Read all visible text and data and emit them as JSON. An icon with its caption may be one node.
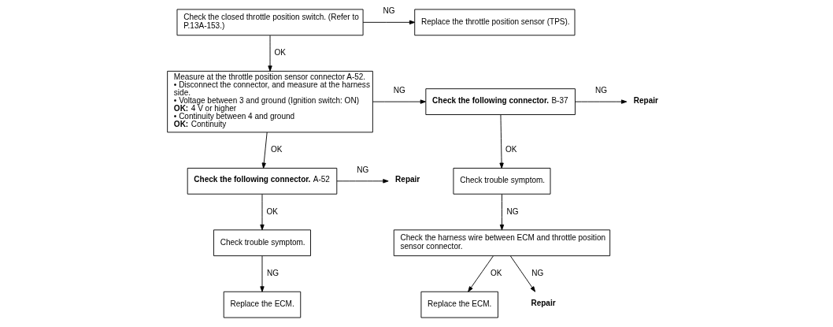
{
  "diagram": {
    "nodes": [
      {
        "text": [
          "Check the closed throttle position switch. (Refer to P.13A-153.)"
        ]
      },
      {
        "text": [
          "Replace the throttle position sensor (TPS)."
        ]
      },
      {
        "text": [
          "Measure at the throttle position sensor connector A-52.",
          "• Disconnect the connector, and measure at the harness side.",
          "• Voltage between 3 and ground (Ignition switch: ON) **OK:** 4 V or higher",
          "• Continuity between 4 and ground **OK:** Continuity"
        ]
      },
      {
        "text": [
          "**Check the following connector.** A-52"
        ]
      },
      {
        "text": [
          "Repair"
        ]
      },
      {
        "text": [
          "Check trouble symptom."
        ]
      },
      {
        "text": [
          "Replace the ECM."
        ]
      },
      {
        "text": [
          "**Check the following connector.** B-37"
        ]
      },
      {
        "text": [
          "Repair"
        ]
      },
      {
        "text": [
          "Check trouble symptom."
        ]
      },
      {
        "text": [
          "Check the harness wire between ECM and throttle position sensor connector."
        ]
      },
      {
        "text": [
          "Replace the ECM."
        ]
      },
      {
        "text": [
          "Repair"
        ]
      }
    ],
    "edges": [
      {
        "from": 0,
        "to": 1,
        "arrow": "to",
        "label": "NG"
      },
      {
        "from": 0,
        "to": 2,
        "arrow": "to",
        "label": "OK"
      },
      {
        "from": 2,
        "to": 7,
        "arrow": "to",
        "label": "NG"
      },
      {
        "from": 2,
        "to": 3,
        "arrow": "to",
        "label": "OK"
      },
      {
        "from": 3,
        "to": 4,
        "arrow": "to",
        "label": "NG"
      },
      {
        "from": 3,
        "to": 5,
        "arrow": "to",
        "label": "OK"
      },
      {
        "from": 5,
        "to": 6,
        "arrow": "to",
        "label": "NG"
      },
      {
        "from": 7,
        "to": 8,
        "arrow": "to",
        "label": "NG"
      },
      {
        "from": 7,
        "to": 9,
        "arrow": "to",
        "label": "OK"
      },
      {
        "from": 9,
        "to": 10,
        "arrow": "to",
        "label": "NG"
      },
      {
        "from": 10,
        "to": 11,
        "arrow": "to",
        "label": "OK"
      },
      {
        "from": 10,
        "to": 12,
        "arrow": "to",
        "label": "NG"
      }
    ]
  }
}
